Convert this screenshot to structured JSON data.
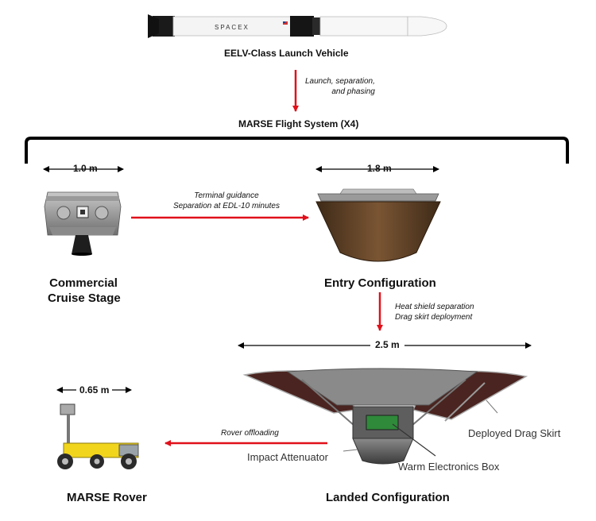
{
  "launch_vehicle": {
    "label": "EELV-Class Launch Vehicle",
    "fairing_text": "SPACEX"
  },
  "flight_system": {
    "label": "MARSE Flight System (X4)"
  },
  "transitions": {
    "launch": [
      "Launch, separation,",
      "and phasing"
    ],
    "cruise_to_entry": [
      "Terminal guidance",
      "Separation at EDL-10 minutes"
    ],
    "entry_to_landed": [
      "Heat shield separation",
      "Drag skirt deployment"
    ],
    "offload": "Rover offloading"
  },
  "dimensions": {
    "cruise": "1.0 m",
    "entry": "1.8 m",
    "landed": "2.5 m",
    "rover": "0.65 m"
  },
  "stages": {
    "cruise": [
      "Commercial",
      "Cruise Stage"
    ],
    "entry": "Entry Configuration",
    "rover": "MARSE Rover",
    "landed": "Landed Configuration"
  },
  "callouts": {
    "drag_skirt": "Deployed Drag Skirt",
    "impact_attenuator": "Impact Attenuator",
    "web": "Warm Electronics Box"
  },
  "colors": {
    "arrow": "#e0101a",
    "heatshield": "#6b4a2a",
    "skirt": "#5a2a22"
  }
}
